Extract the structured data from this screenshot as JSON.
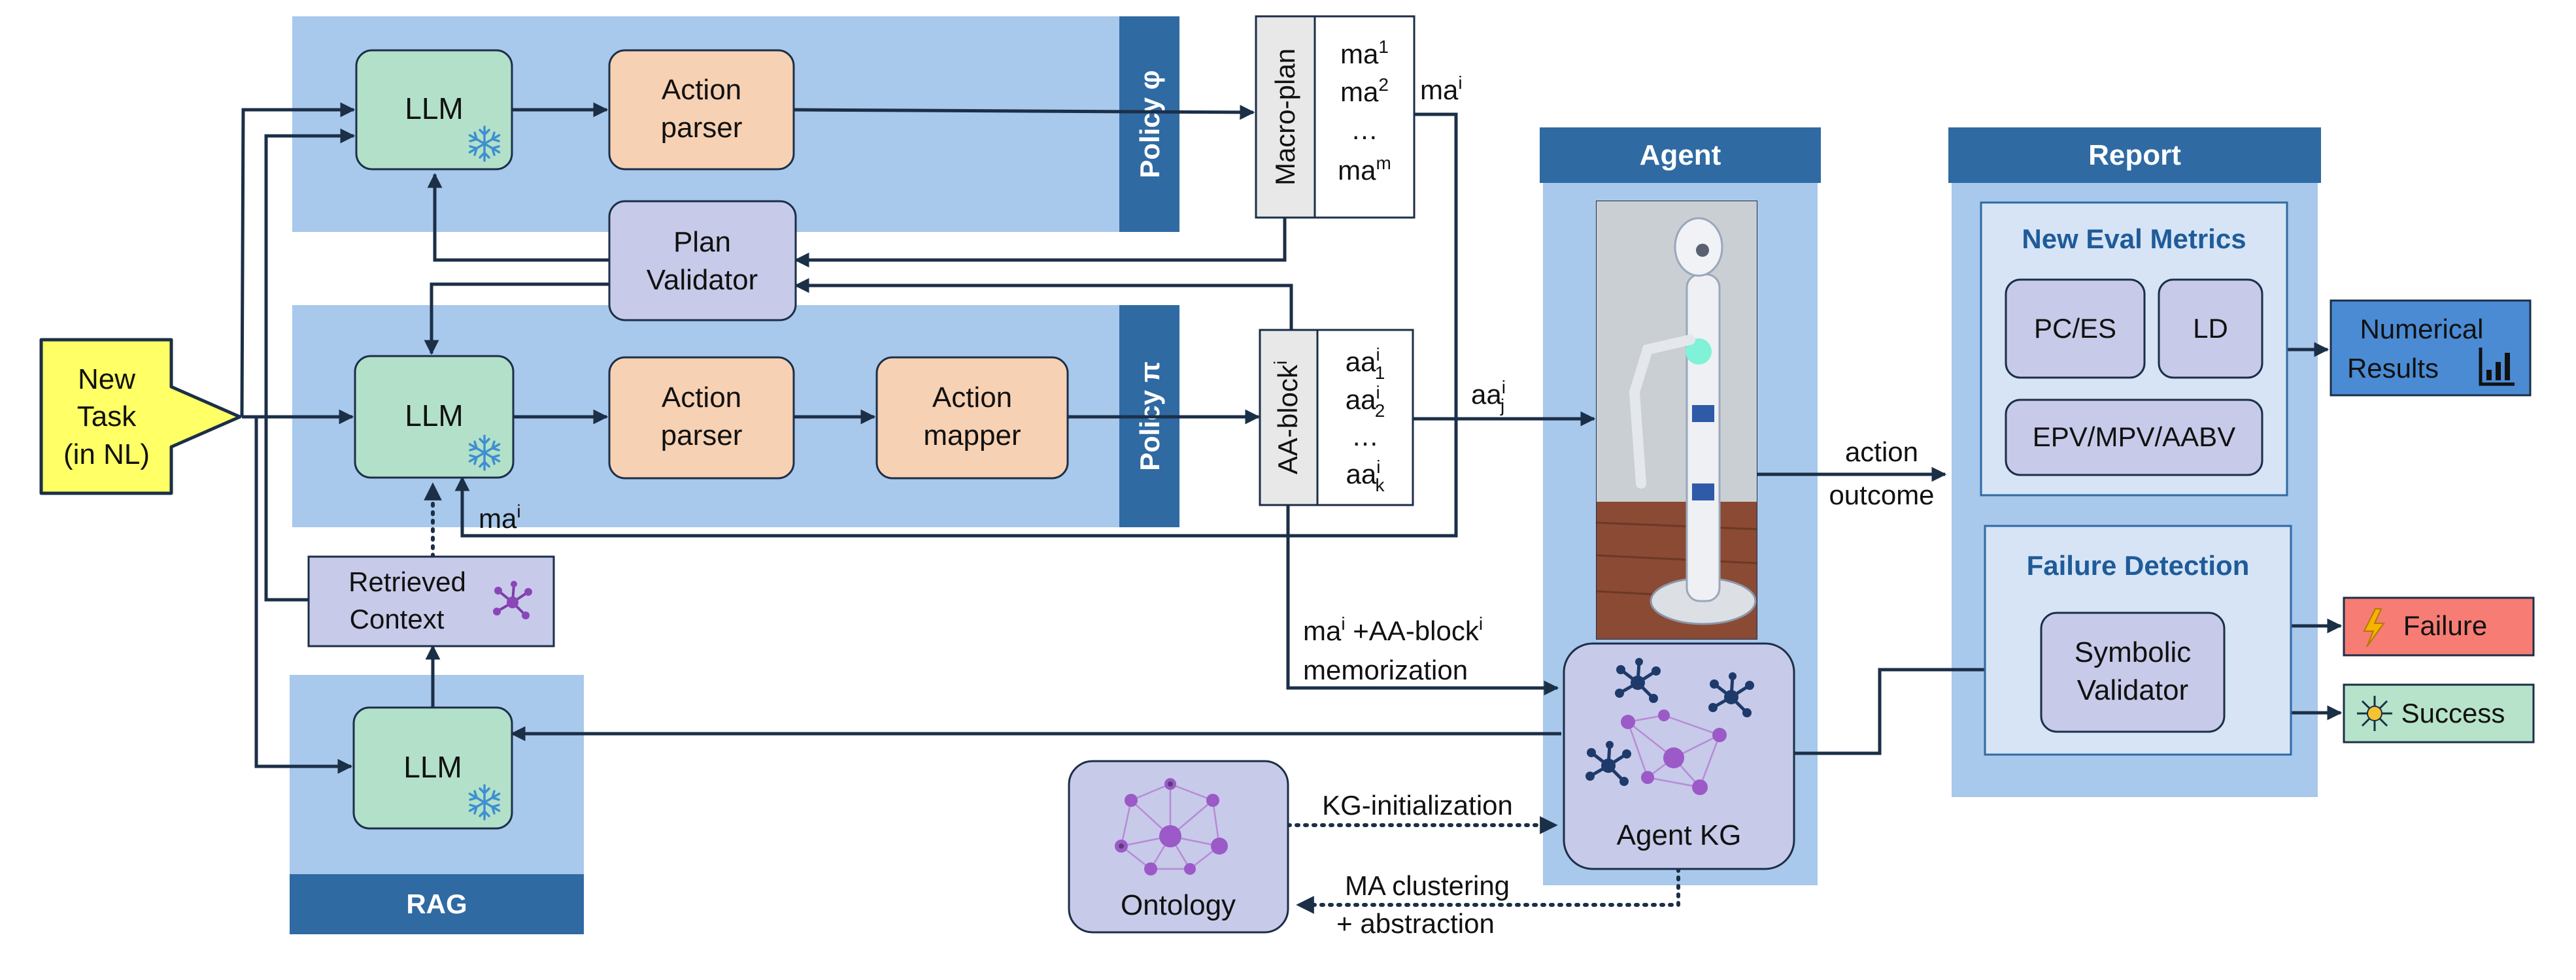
{
  "colors": {
    "panel_light": "#a8c8ec",
    "panel_dark": "#2f6aa3",
    "llm": "#b3e0c8",
    "parser": "#f7d1b3",
    "validator": "#c7cae8",
    "new_task": "#ffff66",
    "numerical": "#4a8bd4",
    "failure": "#f77c74",
    "success": "#b6e3c9",
    "arrow": "#1b2f47"
  },
  "policy_phi": {
    "title": "Policy φ",
    "llm": "LLM",
    "parser_line1": "Action",
    "parser_line2": "parser"
  },
  "plan_validator": {
    "line1": "Plan",
    "line2": "Validator"
  },
  "policy_pi": {
    "title": "Policy π",
    "llm": "LLM",
    "parser_line1": "Action",
    "parser_line2": "parser",
    "mapper_line1": "Action",
    "mapper_line2": "mapper"
  },
  "new_task": {
    "line1": "New",
    "line2": "Task",
    "line3": "(in NL)"
  },
  "retrieved_context": {
    "line1": "Retrieved",
    "line2": "Context"
  },
  "rag": {
    "title": "RAG",
    "llm": "LLM"
  },
  "macro_plan": {
    "label": "Macro-plan",
    "items": [
      {
        "base": "ma",
        "sup": "1"
      },
      {
        "base": "ma",
        "sup": "2"
      },
      {
        "base": "…",
        "sup": ""
      },
      {
        "base": "ma",
        "sup": "m"
      }
    ]
  },
  "aa_block": {
    "label_base": "AA-block",
    "label_sup": "i",
    "items": [
      {
        "base": "aa",
        "sup": "i",
        "sub": "1"
      },
      {
        "base": "aa",
        "sup": "i",
        "sub": "2"
      },
      {
        "base": "…",
        "sup": "",
        "sub": ""
      },
      {
        "base": "aa",
        "sup": "i",
        "sub": "k"
      }
    ]
  },
  "edge_labels": {
    "ma_i_top": {
      "base": "ma",
      "sup": "i"
    },
    "ma_i_bottom": {
      "base": "ma",
      "sup": "i"
    },
    "aa_ij": {
      "base": "aa",
      "sup": "i",
      "sub": "j"
    },
    "memorization": {
      "a": "ma",
      "a_sup": "i",
      "b": " +AA-block",
      "b_sup": "i",
      "line2": "memorization"
    },
    "action_outcome_1": "action",
    "action_outcome_2": "outcome",
    "kg_init": "KG-initialization",
    "ma_clustering_1": "MA clustering",
    "ma_clustering_2": "+ abstraction"
  },
  "agent": {
    "title": "Agent",
    "kg_label": "Agent KG"
  },
  "ontology": {
    "label": "Ontology"
  },
  "report": {
    "title": "Report",
    "eval_title": "New Eval Metrics",
    "metric1": "PC/ES",
    "metric2": "LD",
    "metric3": "EPV/MPV/AABV",
    "failure_title": "Failure Detection",
    "validator_line1": "Symbolic",
    "validator_line2": "Validator"
  },
  "numerical_results": {
    "line1": "Numerical",
    "line2": "Results"
  },
  "outcomes": {
    "failure": "Failure",
    "success": "Success"
  }
}
